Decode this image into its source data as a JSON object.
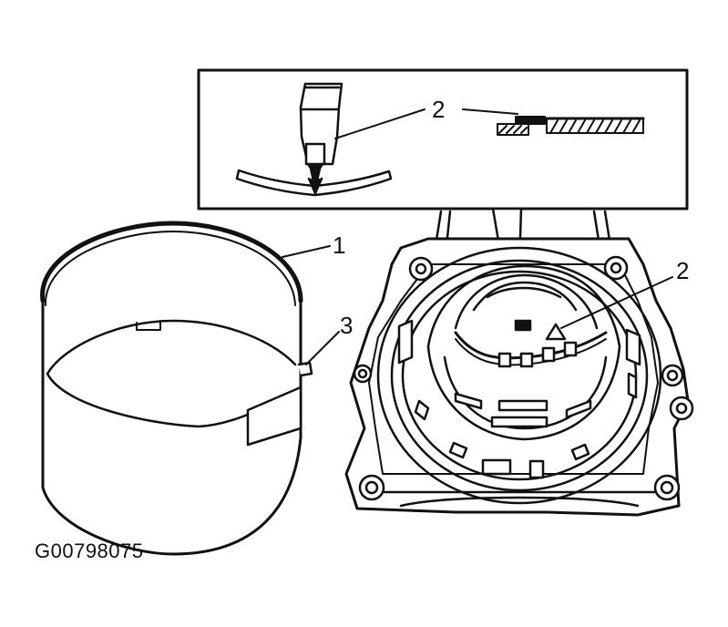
{
  "figure_id": "G00798075",
  "callouts": {
    "band": "1",
    "detail_anchor": "2",
    "housing_anchor": "2",
    "band_tab": "3"
  },
  "colors": {
    "ink": "#111111",
    "paper": "#ffffff"
  }
}
